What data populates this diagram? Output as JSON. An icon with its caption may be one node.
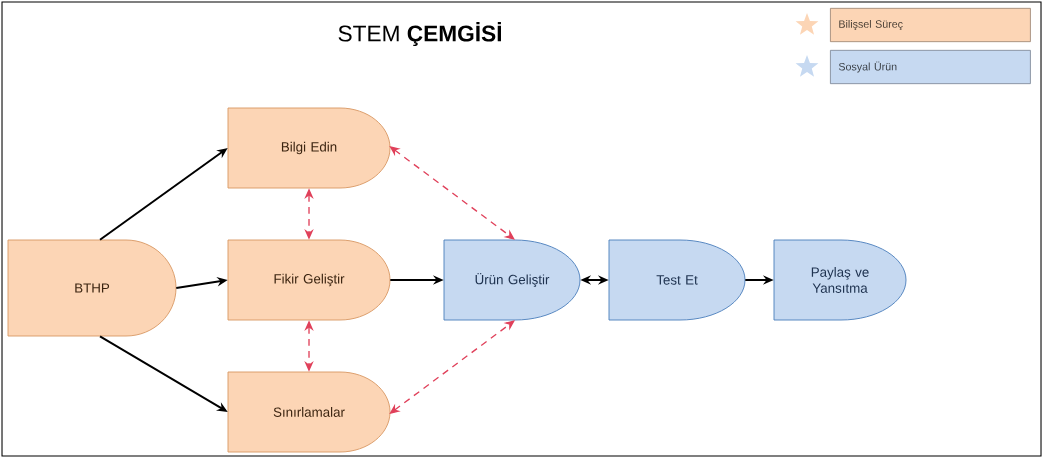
{
  "diagram": {
    "title": "STEM **ÇEMGİSİ**",
    "nodes": [
      {
        "text": [
          "BTHP"
        ]
      },
      {
        "text": [
          "Bilgi Edin"
        ]
      },
      {
        "text": [
          "Fikir Geliştir"
        ]
      },
      {
        "text": [
          "Sınırlamalar"
        ]
      },
      {
        "text": [
          "Ürün Geliştir"
        ]
      },
      {
        "text": [
          "Test Et"
        ]
      },
      {
        "text": [
          "Paylaş ve Yansıtma"
        ]
      }
    ],
    "edges": [
      {
        "from": 0,
        "to": 1,
        "arrow": "to"
      },
      {
        "from": 0,
        "to": 2,
        "arrow": "to"
      },
      {
        "from": 0,
        "to": 3,
        "arrow": "to"
      },
      {
        "from": 1,
        "to": 2,
        "arrow": "both",
        "style": "dashed",
        "color": "#e0405a"
      },
      {
        "from": 2,
        "to": 3,
        "arrow": "both",
        "style": "dashed",
        "color": "#e0405a"
      },
      {
        "from": 1,
        "to": 4,
        "arrow": "both",
        "style": "dashed",
        "color": "#e0405a"
      },
      {
        "from": 3,
        "to": 4,
        "arrow": "both",
        "style": "dashed",
        "color": "#e0405a"
      },
      {
        "from": 2,
        "to": 4,
        "arrow": "to"
      },
      {
        "from": 4,
        "to": 5,
        "arrow": "both"
      },
      {
        "from": 5,
        "to": 6,
        "arrow": "to"
      }
    ],
    "legend": [
      {
        "text": "Bilişsel Süreç",
        "color": "#fcd5b5"
      },
      {
        "text": "Sosyal Ürün",
        "color": "#c6d9f1"
      }
    ]
  }
}
